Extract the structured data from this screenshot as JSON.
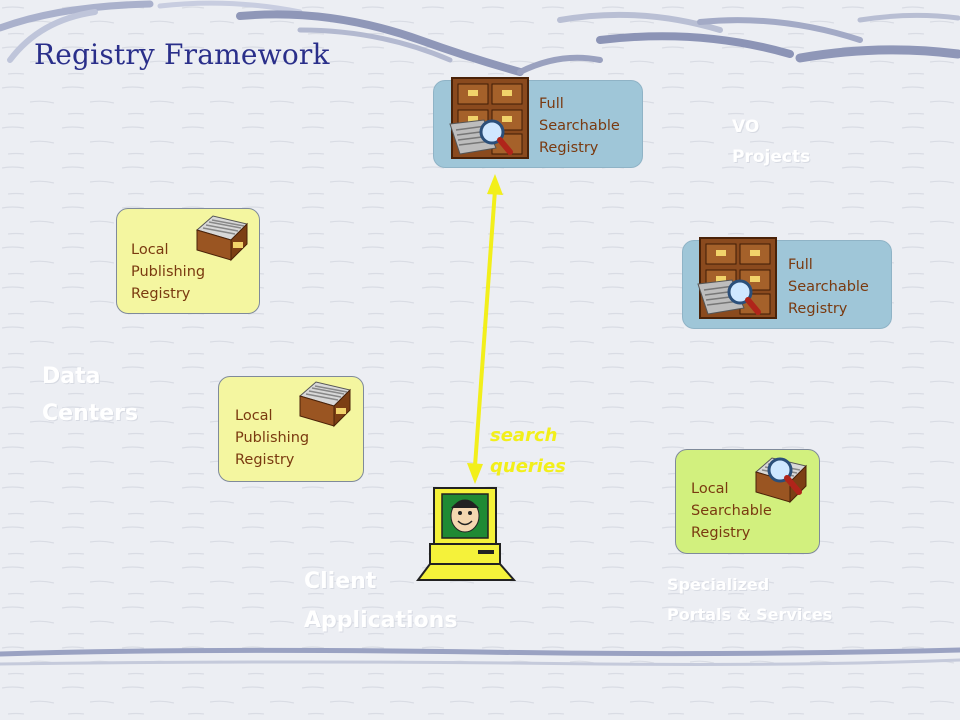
{
  "title": "Registry Framework",
  "colors": {
    "title": "#2a2f8a",
    "box_label": "#7a3a10",
    "arrow": "#f2ef1a",
    "yellow_box": "#f4f6a0",
    "blue_box": "#9fc6d8",
    "green_box": "#d2f07e"
  },
  "nodes": {
    "full_registry_top": {
      "label": "Full\nSearchable\nRegistry",
      "icon": "file-cabinet-magnifier-icon"
    },
    "full_registry_right": {
      "label": "Full\nSearchable\nRegistry",
      "icon": "file-cabinet-magnifier-icon"
    },
    "local_publishing_1": {
      "label": "Local\nPublishing\nRegistry",
      "icon": "card-file-box-icon"
    },
    "local_publishing_2": {
      "label": "Local\nPublishing\nRegistry",
      "icon": "card-file-box-icon"
    },
    "local_searchable": {
      "label": "Local\nSearchable\nRegistry",
      "icon": "card-file-magnifier-icon"
    }
  },
  "groups": {
    "vo_projects": "VO\nProjects",
    "data_centers": "Data\nCenters",
    "client_applications": "Client\nApplications",
    "specialized": "Specialized\nPortals & Services"
  },
  "edge_label": "search\nqueries"
}
